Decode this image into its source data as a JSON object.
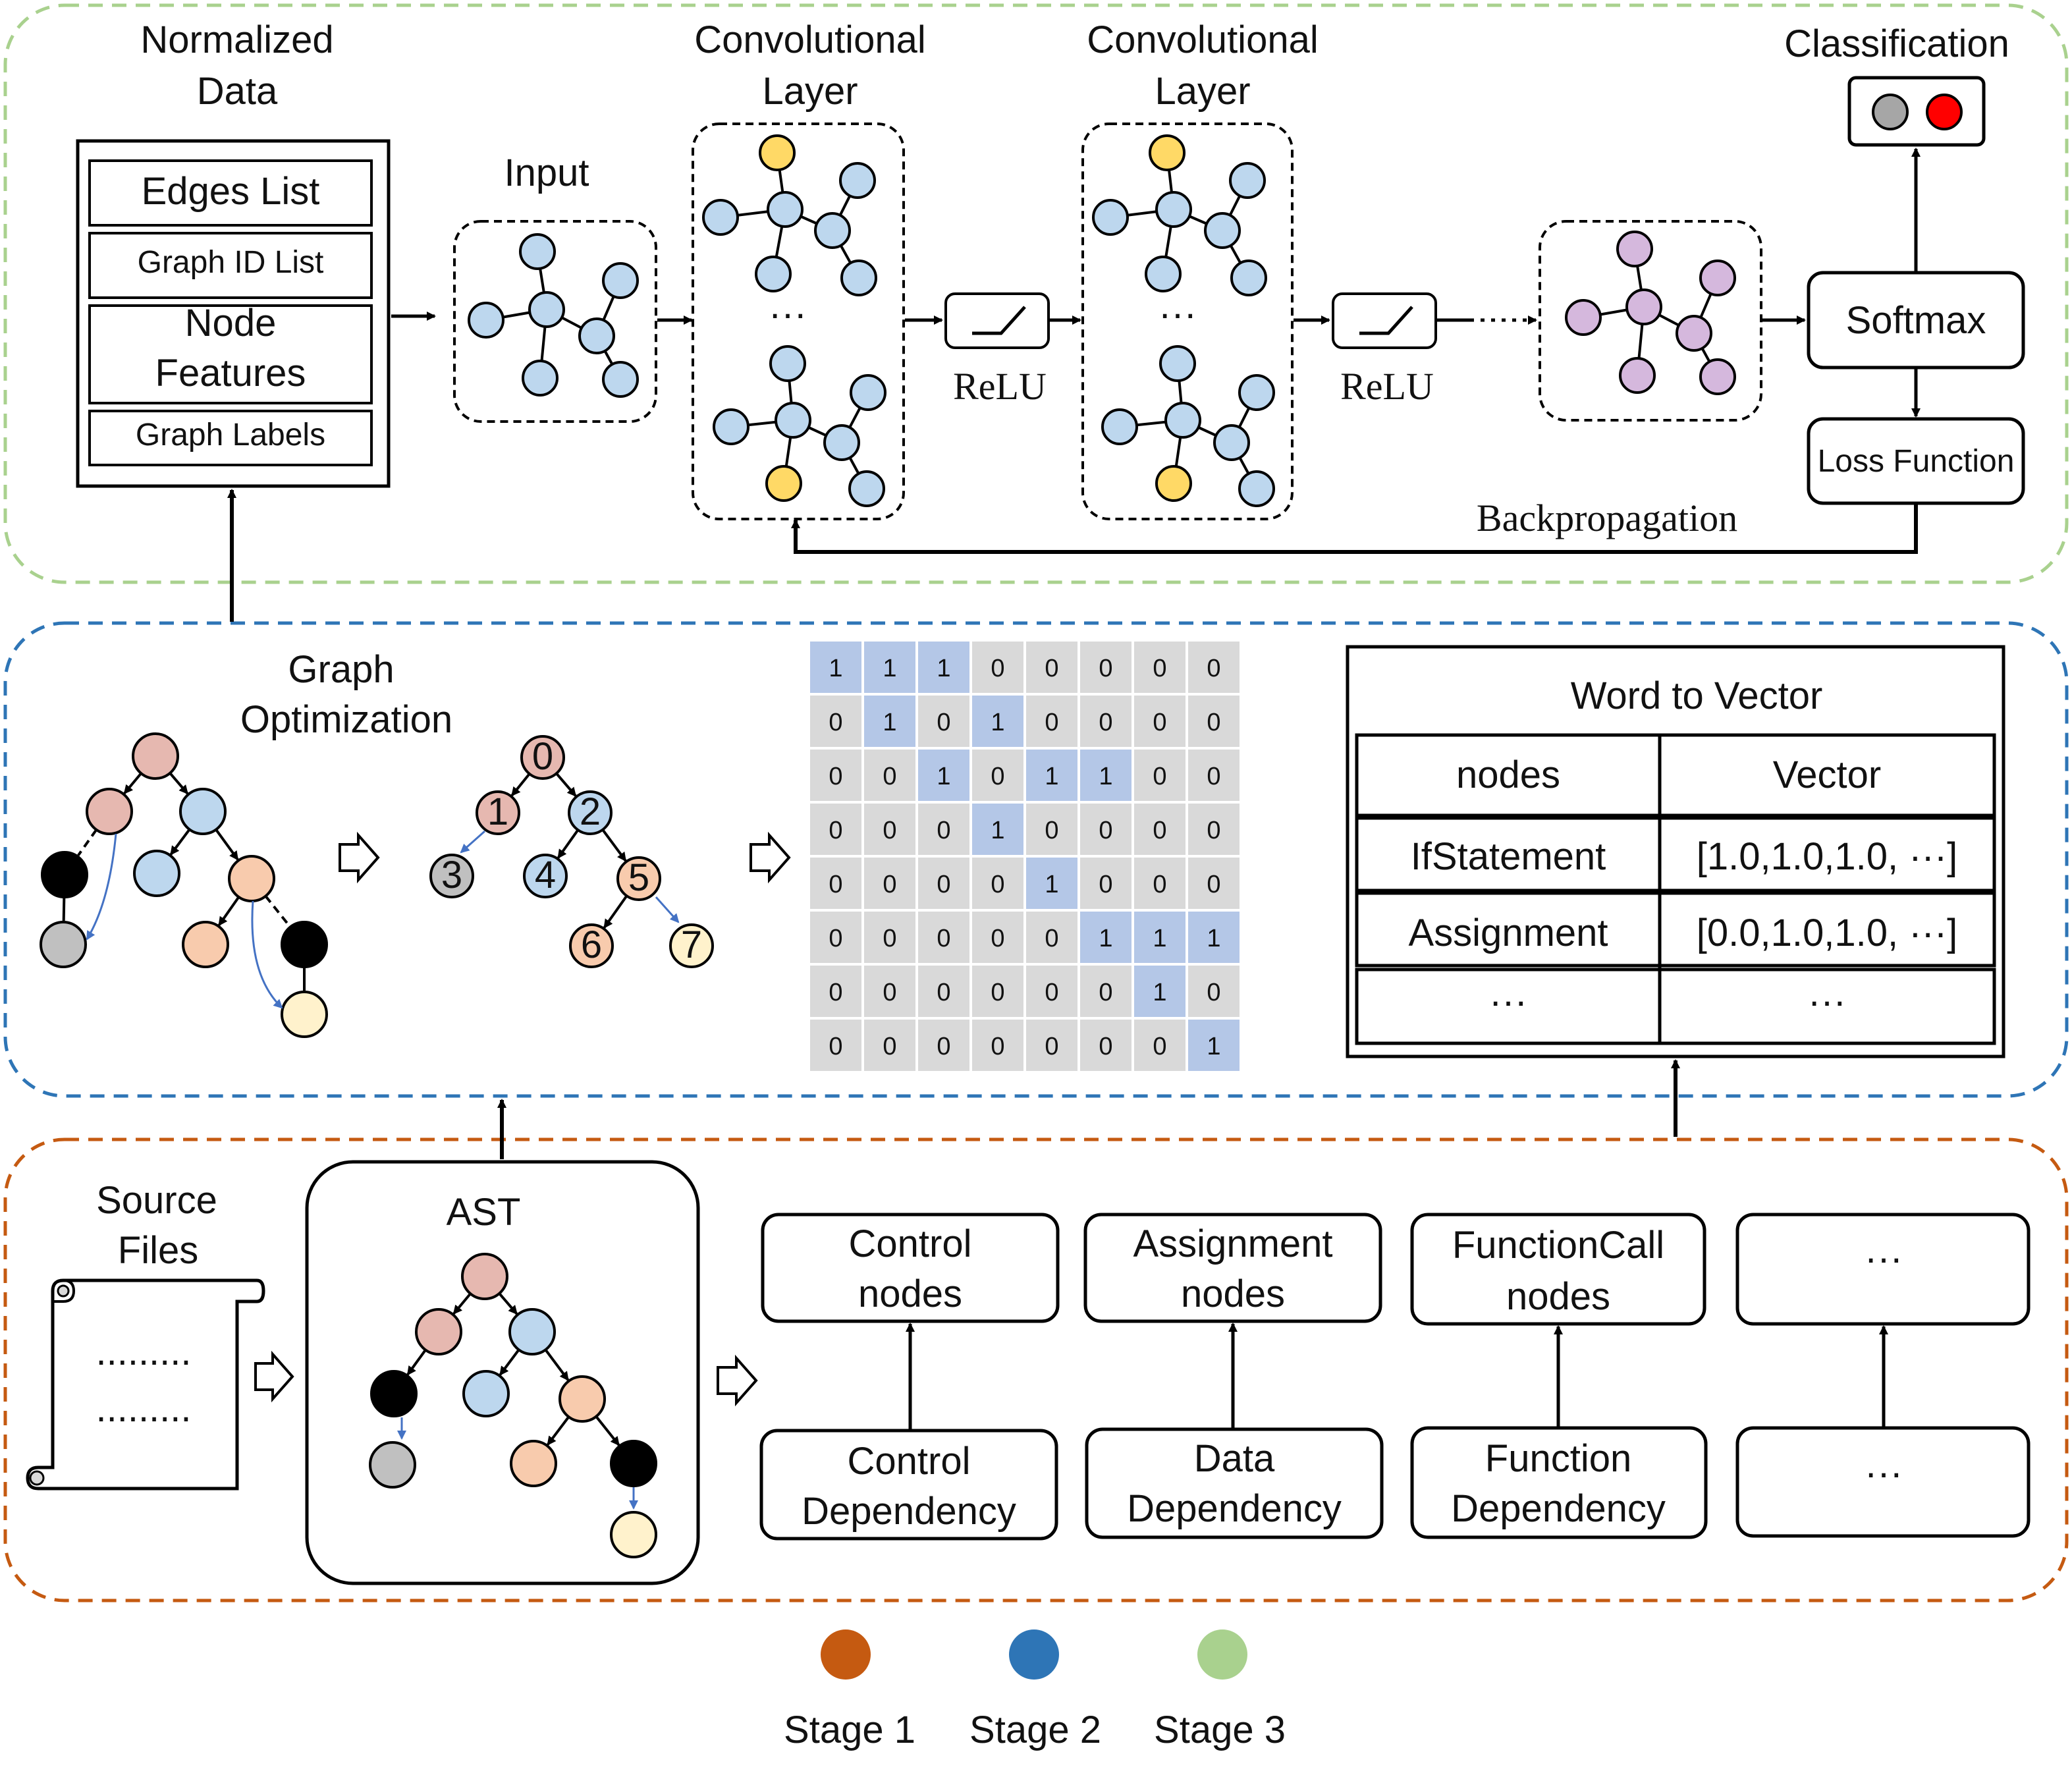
{
  "stage3": {
    "normalized_data": [
      "Normalized",
      "Data"
    ],
    "data_items": [
      "Edges List",
      "Graph ID List",
      "Node",
      "Features",
      "Graph Labels"
    ],
    "input_label": "Input",
    "conv_label_1": [
      "Convolutional",
      "Layer"
    ],
    "conv_label_2": [
      "Convolutional",
      "Layer"
    ],
    "relu_label": "ReLU",
    "ellipsis": "···",
    "softmax": "Softmax",
    "loss_function": "Loss Function",
    "classification": "Classification",
    "backpropagation": "Backpropagation"
  },
  "stage2": {
    "graph_optimization": [
      "Graph",
      "Optimization"
    ],
    "node_numbers": [
      "0",
      "1",
      "2",
      "3",
      "4",
      "5",
      "6",
      "7"
    ],
    "adjacency_matrix": [
      [
        1,
        1,
        1,
        0,
        0,
        0,
        0,
        0
      ],
      [
        0,
        1,
        0,
        1,
        0,
        0,
        0,
        0
      ],
      [
        0,
        0,
        1,
        0,
        1,
        1,
        0,
        0
      ],
      [
        0,
        0,
        0,
        1,
        0,
        0,
        0,
        0
      ],
      [
        0,
        0,
        0,
        0,
        1,
        0,
        0,
        0
      ],
      [
        0,
        0,
        0,
        0,
        0,
        1,
        1,
        1
      ],
      [
        0,
        0,
        0,
        0,
        0,
        0,
        1,
        0
      ],
      [
        0,
        0,
        0,
        0,
        0,
        0,
        0,
        1
      ]
    ],
    "word_to_vector": {
      "title": "Word to Vector",
      "headers": [
        "nodes",
        "Vector"
      ],
      "rows": [
        [
          "IfStatement",
          "[1.0,1.0,1.0, ···]"
        ],
        [
          "Assignment",
          "[0.0,1.0,1.0, ···]"
        ],
        [
          "···",
          "···"
        ]
      ]
    }
  },
  "stage1": {
    "source_files": [
      "Source",
      "Files"
    ],
    "source_dots": ".........",
    "ast": "AST",
    "node_boxes": [
      [
        "Control",
        "nodes"
      ],
      [
        "Assignment",
        "nodes"
      ],
      [
        "FunctionCall",
        "nodes"
      ],
      [
        "···"
      ]
    ],
    "dependency_boxes": [
      [
        "Control",
        "Dependency"
      ],
      [
        "Data",
        "Dependency"
      ],
      [
        "Function",
        "Dependency"
      ],
      [
        "···"
      ]
    ]
  },
  "legend": [
    {
      "label": "Stage 1",
      "color": "#c55a11"
    },
    {
      "label": "Stage 2",
      "color": "#2e75b6"
    },
    {
      "label": "Stage 3",
      "color": "#a9d18e"
    }
  ],
  "colors": {
    "node_blue": "#bdd7ee",
    "node_yellow": "#ffd966",
    "node_purple": "#d5b8dd",
    "node_pink": "#e6b8b0",
    "node_salmon": "#f8cbad",
    "node_cream": "#fff2cc",
    "node_gray": "#c0c0c0",
    "matrix_highlight": "#b4c7e7",
    "matrix_base": "#d9d9d9",
    "classification_red": "#ff0000",
    "classification_gray": "#a6a6a6"
  }
}
